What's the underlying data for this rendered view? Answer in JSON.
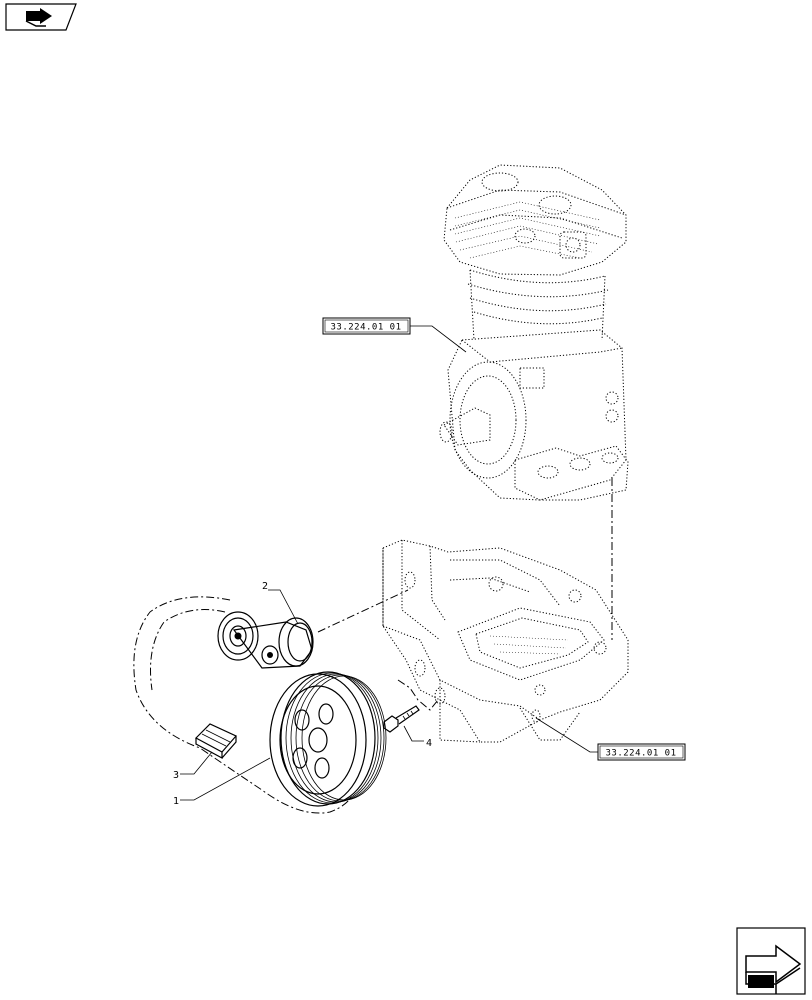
{
  "callouts": {
    "part1": "1",
    "part2": "2",
    "part3": "3",
    "part4": "4"
  },
  "references": {
    "upper": "33.224.01 01",
    "lower": "33.224.01 01"
  },
  "icons": {
    "top_left": "previous-page-arrow-icon",
    "bottom_right": "next-page-arrow-icon"
  }
}
